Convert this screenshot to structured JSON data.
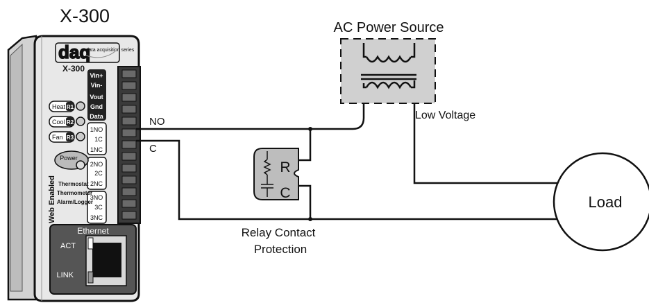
{
  "device": {
    "model_title": "X-300",
    "logo_text": "daq",
    "logo_sub": "data acquisition series",
    "model_small": "X-300",
    "terminals_top": [
      "Vin+",
      "Vin-",
      "Vout",
      "Gnd",
      "Data"
    ],
    "relay1": [
      "1NO",
      "1C",
      "1NC"
    ],
    "relay2": [
      "2NO",
      "2C",
      "2NC"
    ],
    "relay3": [
      "3NO",
      "3C",
      "3NC"
    ],
    "leds": [
      {
        "label": "Heat",
        "tag": "R1"
      },
      {
        "label": "Cool",
        "tag": "R2"
      },
      {
        "label": "Fan",
        "tag": "R3"
      }
    ],
    "power_label": "Power",
    "web_enabled": "Web Enabled",
    "features": [
      "Thermostat",
      "Thermometer",
      "Alarm/Logger"
    ],
    "ethernet_label": "Ethernet",
    "act_label": "ACT",
    "link_label": "LINK"
  },
  "circuit": {
    "no_label": "NO",
    "c_label": "C",
    "ac_source": "AC Power Source",
    "low_voltage": "Low Voltage",
    "r_label": "R",
    "c_comp_label": "C",
    "relay_protection_line1": "Relay Contact",
    "relay_protection_line2": "Protection",
    "load": "Load"
  }
}
